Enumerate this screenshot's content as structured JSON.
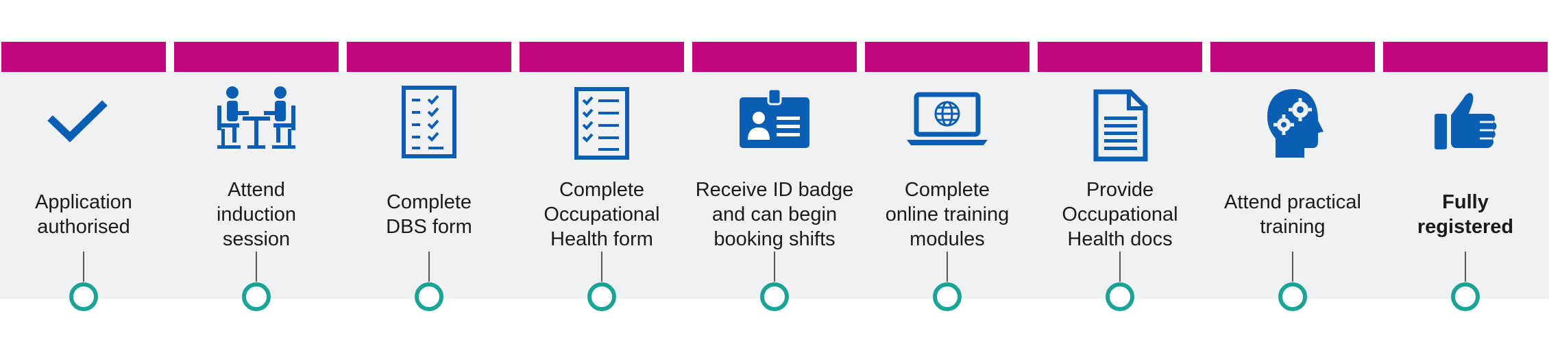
{
  "colors": {
    "bar": "#c1067e",
    "icon": "#0a5fb4",
    "node": "#1ba396",
    "band": "#f0f1f3"
  },
  "steps": [
    {
      "label": "Application\nauthorised",
      "icon": "checkmark-icon"
    },
    {
      "label": "Attend\ninduction\nsession",
      "icon": "meeting-icon"
    },
    {
      "label": "Complete\nDBS form",
      "icon": "checklist-icon"
    },
    {
      "label": "Complete\nOccupational\nHealth form",
      "icon": "checklist-icon"
    },
    {
      "label": "Receive ID badge\nand can begin\nbooking shifts",
      "icon": "id-badge-icon"
    },
    {
      "label": "Complete\nonline training\nmodules",
      "icon": "laptop-globe-icon"
    },
    {
      "label": "Provide\nOccupational\nHealth docs",
      "icon": "document-icon"
    },
    {
      "label": "Attend practical\ntraining",
      "icon": "head-gears-icon"
    },
    {
      "label": "Fully\nregistered",
      "icon": "thumbs-up-icon"
    }
  ]
}
